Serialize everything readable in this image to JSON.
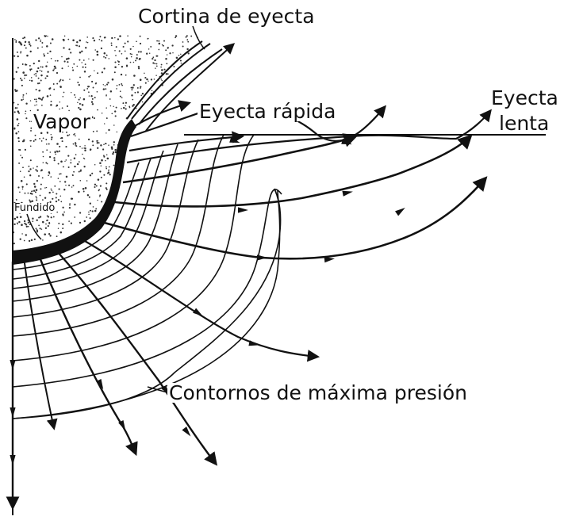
{
  "labels": {
    "curtain": "Cortina de eyecta",
    "vapor": "Vapor",
    "fast_ejecta": "Eyecta rápida",
    "slow_ejecta_line1": "Eyecta",
    "slow_ejecta_line2": "lenta",
    "melt": "Fundido",
    "contours": "Contornos de máxima presión"
  },
  "colors": {
    "ink": "#111111",
    "background": "#ffffff",
    "stipple": "#333333"
  }
}
